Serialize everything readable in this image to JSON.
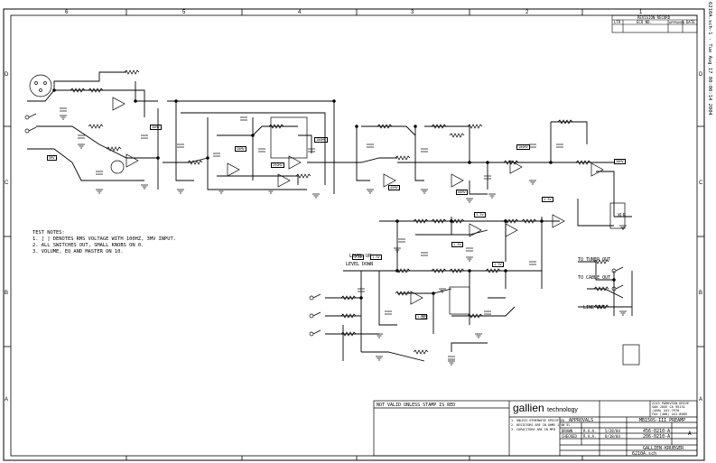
{
  "sidebar_label": "6210A.sch-1 - Tue Aug 17 08:00:14 2004",
  "zones": {
    "top": [
      "6",
      "5",
      "4",
      "3",
      "2",
      "1"
    ],
    "left": [
      "D",
      "C",
      "B",
      "A"
    ]
  },
  "revision_block": {
    "title": "REVISION RECORD",
    "columns": [
      "LTR",
      "ECO NO.",
      "APPROVED",
      "DATE"
    ]
  },
  "test_notes": {
    "title": "TEST NOTES:",
    "lines": [
      "1. [   ] DENOTES RMS VOLTAGE WITH 100HZ, 3MV INPUT.",
      "2. ALL SWITCHES OUT, SMALL KNOBS ON 0.",
      "3. VOLUME, EQ AND MASTER ON 10."
    ]
  },
  "title_block": {
    "stamp_note": "NOT VALID UNLESS STAMP IS RED",
    "company": "gallien",
    "company_suffix": "technology",
    "address": [
      "2243 PARKVIEW DRIVE",
      "SAN JOSE CA 95131",
      "(408) 441-7970",
      "FAX (408) 441-8085"
    ],
    "title_label": "MB150S-III PREAMP",
    "part_number": "456-0210-A",
    "assembly_number": "206-0210-A",
    "customer": "GALLIEN-KRUEGER",
    "filename": "6210A.sch",
    "size": "A",
    "approvals_title": "APPROVALS",
    "approval_rows": [
      {
        "role": "DRAWN",
        "name": "R.A.A.",
        "date": "5/28/04"
      },
      {
        "role": "CHECKED",
        "name": "R.A.A.",
        "date": "8/18/04"
      }
    ],
    "notes": [
      "1. UNLESS OTHERWISE SPECIFIED",
      "2. RESISTORS ARE IN OHMS 1/4W 5%",
      "3. CAPACITORS ARE IN MFD"
    ]
  },
  "signal_labels": {
    "level_up": "LEVEL UP",
    "level_down": "LEVEL DOWN",
    "tuner_out": "TO TUNER OUT",
    "cable_out": "TO CABLE OUT",
    "line_out": "LINE OUT",
    "xlr": "XLR"
  },
  "voltage_tags": [
    "5MV",
    "30MV",
    "100MV",
    "20MV",
    "45MV",
    "60MV",
    "100MV",
    "290MV",
    "30MV",
    "1.3V",
    "1.3V",
    "1.3V",
    "1.3V",
    "1.3V",
    "1.3V",
    "1.3V"
  ]
}
